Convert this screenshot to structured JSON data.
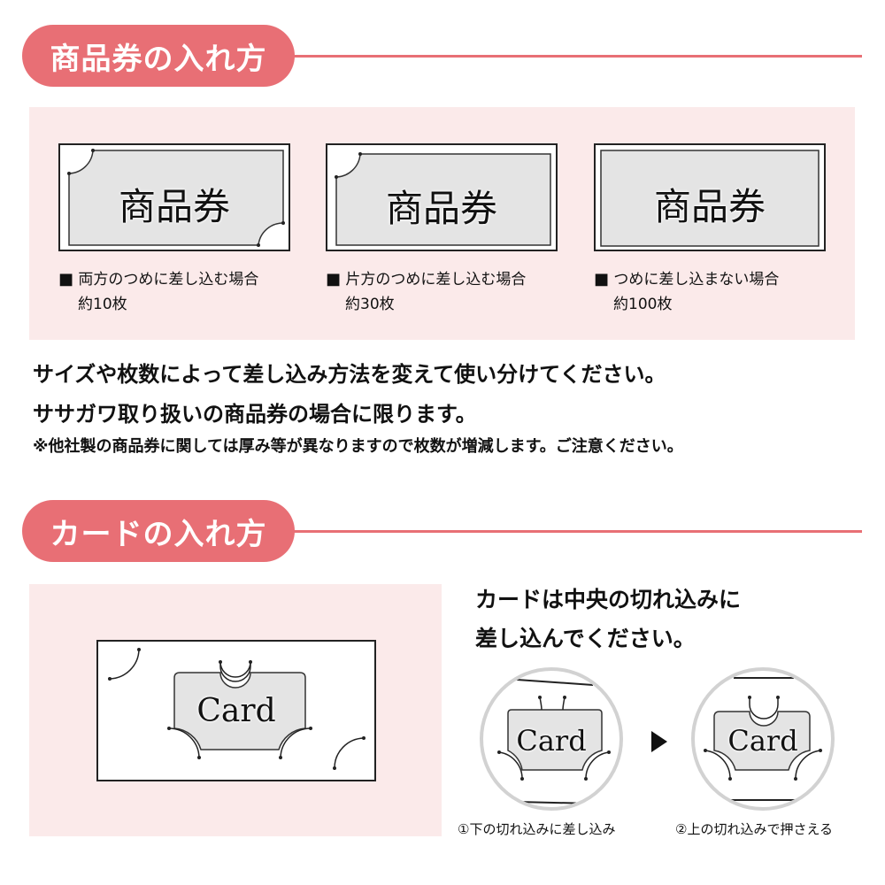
{
  "sections": {
    "vouchers": {
      "title": "商品券の入れ方",
      "tickets": [
        {
          "face_text": "商品券",
          "caption": "両方のつめに差し込む場合",
          "count": "約10枚",
          "notches": "both"
        },
        {
          "face_text": "商品券",
          "caption": "片方のつめに差し込む場合",
          "count": "約30枚",
          "notches": "one"
        },
        {
          "face_text": "商品券",
          "caption": "つめに差し込まない場合",
          "count": "約100枚",
          "notches": "none"
        }
      ],
      "bullet": "■",
      "notes": [
        "サイズや枚数によって差し込み方法を変えて使い分けてください。",
        "ササガワ取り扱いの商品券の場合に限ります。"
      ],
      "footnote": "※他社製の商品券に関しては厚み等が異なりますので枚数が増減します。ご注意ください。"
    },
    "cards": {
      "title": "カードの入れ方",
      "card_text": "Card",
      "instruction_lines": [
        "カードは中央の切れ込みに",
        "差し込んでください。"
      ],
      "steps": [
        {
          "label": "①下の切れ込みに差し込み",
          "card_text": "Card"
        },
        {
          "label": "②上の切れ込みで押さえる",
          "card_text": "Card"
        }
      ],
      "arrow_icon": "▶"
    }
  },
  "colors": {
    "accent": "#e86f75",
    "panel_bg": "#fbeaea",
    "ticket_face": "#e4e4e4",
    "circle_border": "#d2d2d2"
  }
}
